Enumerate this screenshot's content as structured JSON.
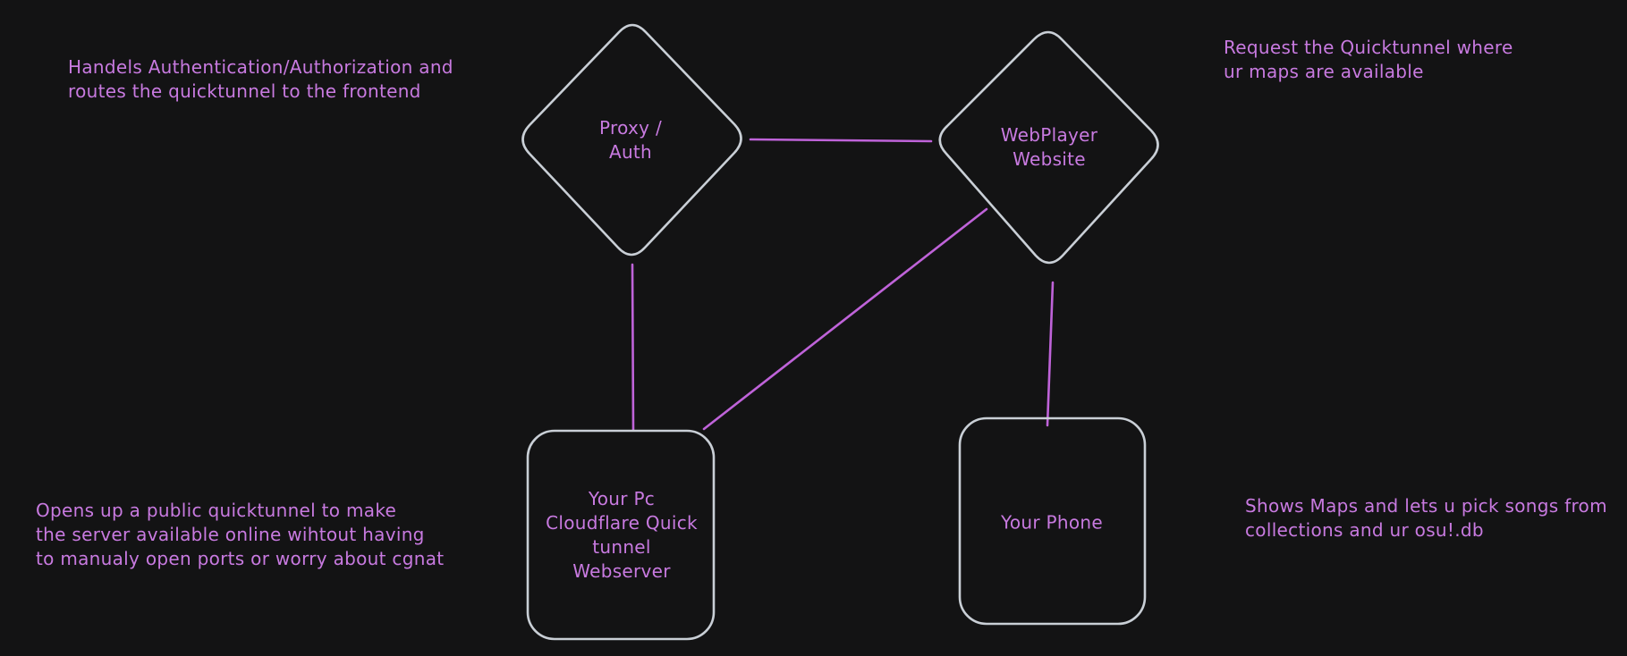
{
  "canvas": {
    "colors": {
      "background": "#131314",
      "shape_stroke": "#c9cfd6",
      "connector": "#bf63d9",
      "text": "#c87ae0"
    }
  },
  "nodes": {
    "proxy": {
      "shape": "diamond",
      "lines": [
        "Proxy /",
        "Auth"
      ]
    },
    "webplayer": {
      "shape": "diamond",
      "lines": [
        "WebPlayer",
        "Website"
      ]
    },
    "pc_webserver": {
      "shape": "rounded-rectangle",
      "lines": [
        "Your Pc",
        "Cloudflare Quick",
        "tunnel",
        "Webserver"
      ]
    },
    "phone": {
      "shape": "rounded-rectangle",
      "lines": [
        "Your Phone"
      ]
    }
  },
  "connectors": [
    {
      "from": "proxy",
      "to": "webplayer"
    },
    {
      "from": "proxy",
      "to": "pc_webserver"
    },
    {
      "from": "webplayer",
      "to": "pc_webserver"
    },
    {
      "from": "webplayer",
      "to": "phone"
    }
  ],
  "notes": {
    "top_left": {
      "lines": [
        "Handels Authentication/Authorization and",
        "routes the quicktunnel to the frontend"
      ]
    },
    "top_right": {
      "lines": [
        "Request the Quicktunnel where",
        "ur maps are available"
      ]
    },
    "bottom_left": {
      "lines": [
        "Opens up a public quicktunnel to make",
        "the server available online wihtout having",
        "to manualy open ports or worry about cgnat"
      ]
    },
    "bottom_right": {
      "lines": [
        "Shows Maps and lets u pick songs from",
        "collections and ur osu!.db"
      ]
    }
  }
}
